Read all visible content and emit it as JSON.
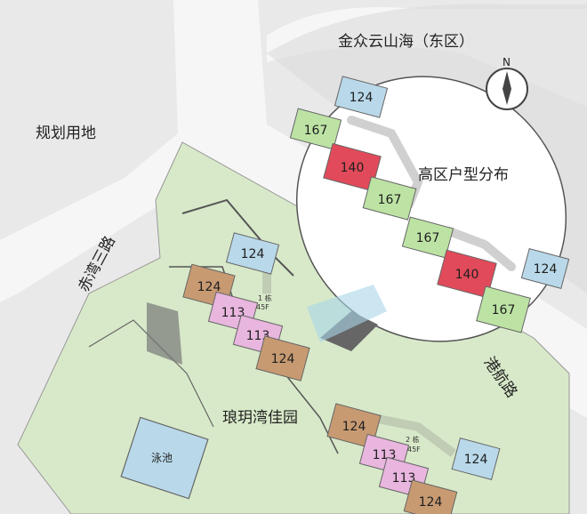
{
  "labels": {
    "east_zone": "金众云山海（东区）",
    "planned_land": "规划用地",
    "high_zone": "高区户型分布",
    "garden": "琅玥湾佳园",
    "pool": "泳池",
    "compass": "N"
  },
  "roads": {
    "west": "赤湾三路",
    "east": "港航路"
  },
  "buildings": {
    "b1": {
      "name": "1 栋",
      "floors": "45F"
    },
    "b2": {
      "name": "2 栋",
      "floors": "45F"
    }
  },
  "units": {
    "u124_top": "124",
    "u167_a": "167",
    "u140_a": "140",
    "u167_b": "167",
    "u167_c": "167",
    "u140_b": "140",
    "u124_right": "124",
    "u167_d": "167",
    "u124_l1": "124",
    "u124_l2": "124",
    "u113_a": "113",
    "u113_b": "113",
    "u124_l3": "124",
    "u124_m1": "124",
    "u113_c": "113",
    "u113_d": "113",
    "u124_m2": "124",
    "u124_m3": "124"
  },
  "colors": {
    "u124": "#b9d9ea",
    "u167": "#bde3a4",
    "u140": "#e14a5a",
    "u113": "#e8b6de",
    "u124_brown": "#c79a72",
    "green_area": "#d6e8c7",
    "road": "#f4f4f4"
  }
}
